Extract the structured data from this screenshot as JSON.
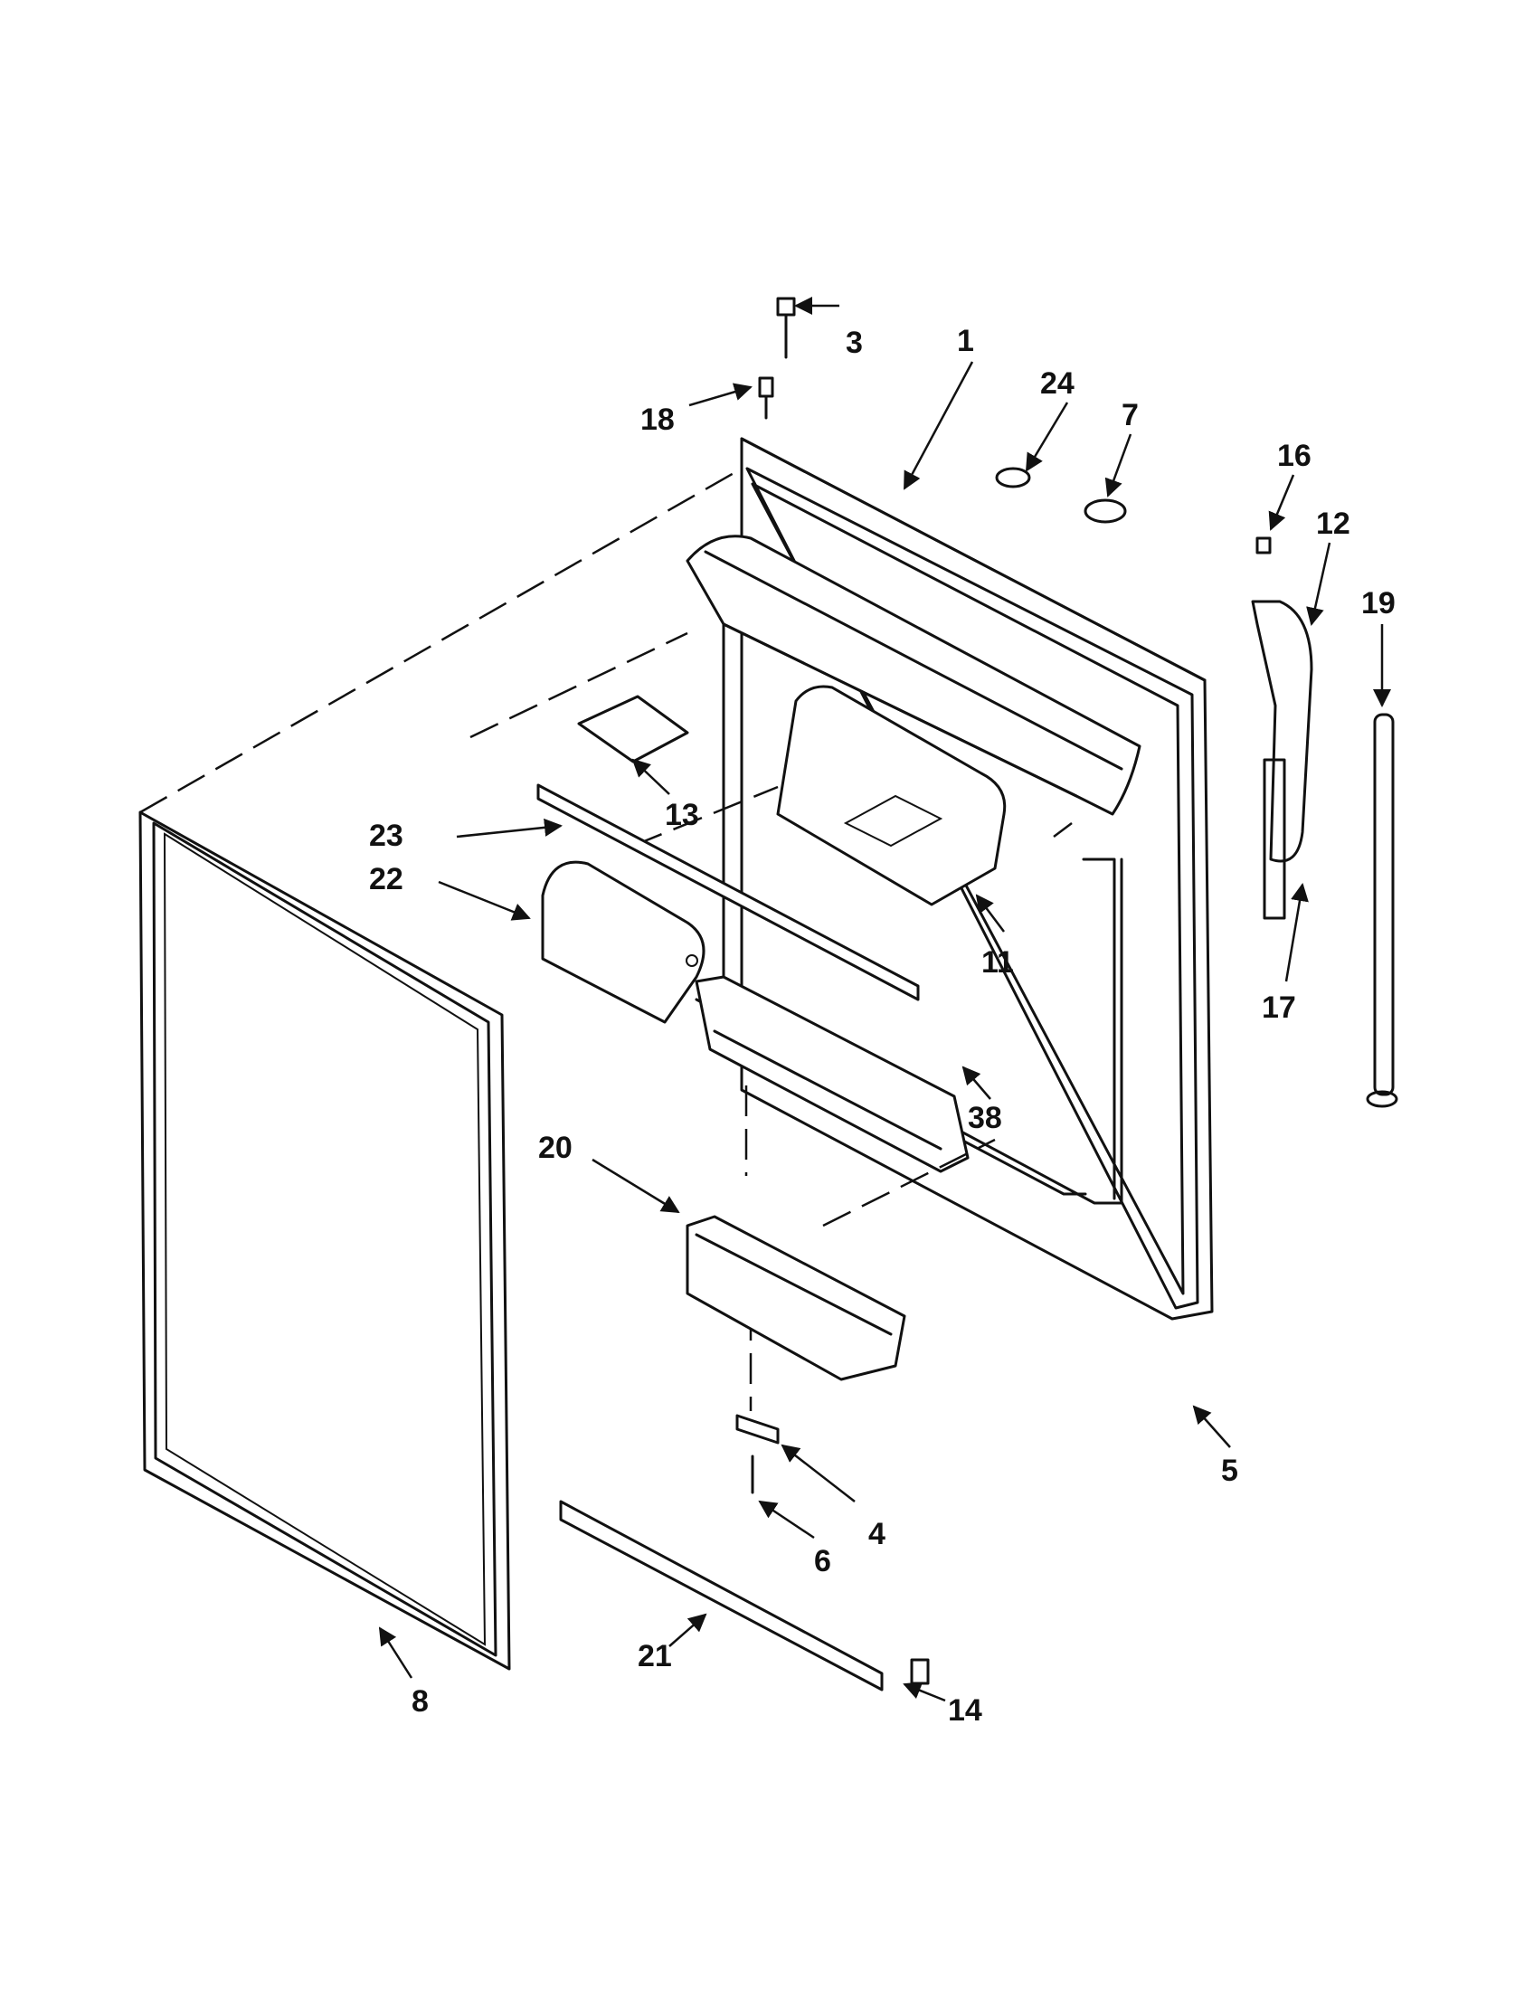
{
  "callouts": {
    "c1": "1",
    "c3": "3",
    "c4": "4",
    "c5": "5",
    "c6": "6",
    "c7": "7",
    "c8": "8",
    "c11": "11",
    "c12": "12",
    "c13": "13",
    "c14": "14",
    "c16": "16",
    "c17": "17",
    "c18": "18",
    "c19": "19",
    "c20": "20",
    "c21": "21",
    "c22": "22",
    "c23": "23",
    "c24": "24",
    "c38": "38"
  },
  "icons": {
    "arrowhead": "leader-arrowhead",
    "screw": "screw-icon",
    "hinge": "hinge-icon"
  },
  "colors": {
    "line": "#111111",
    "background": "#ffffff"
  }
}
